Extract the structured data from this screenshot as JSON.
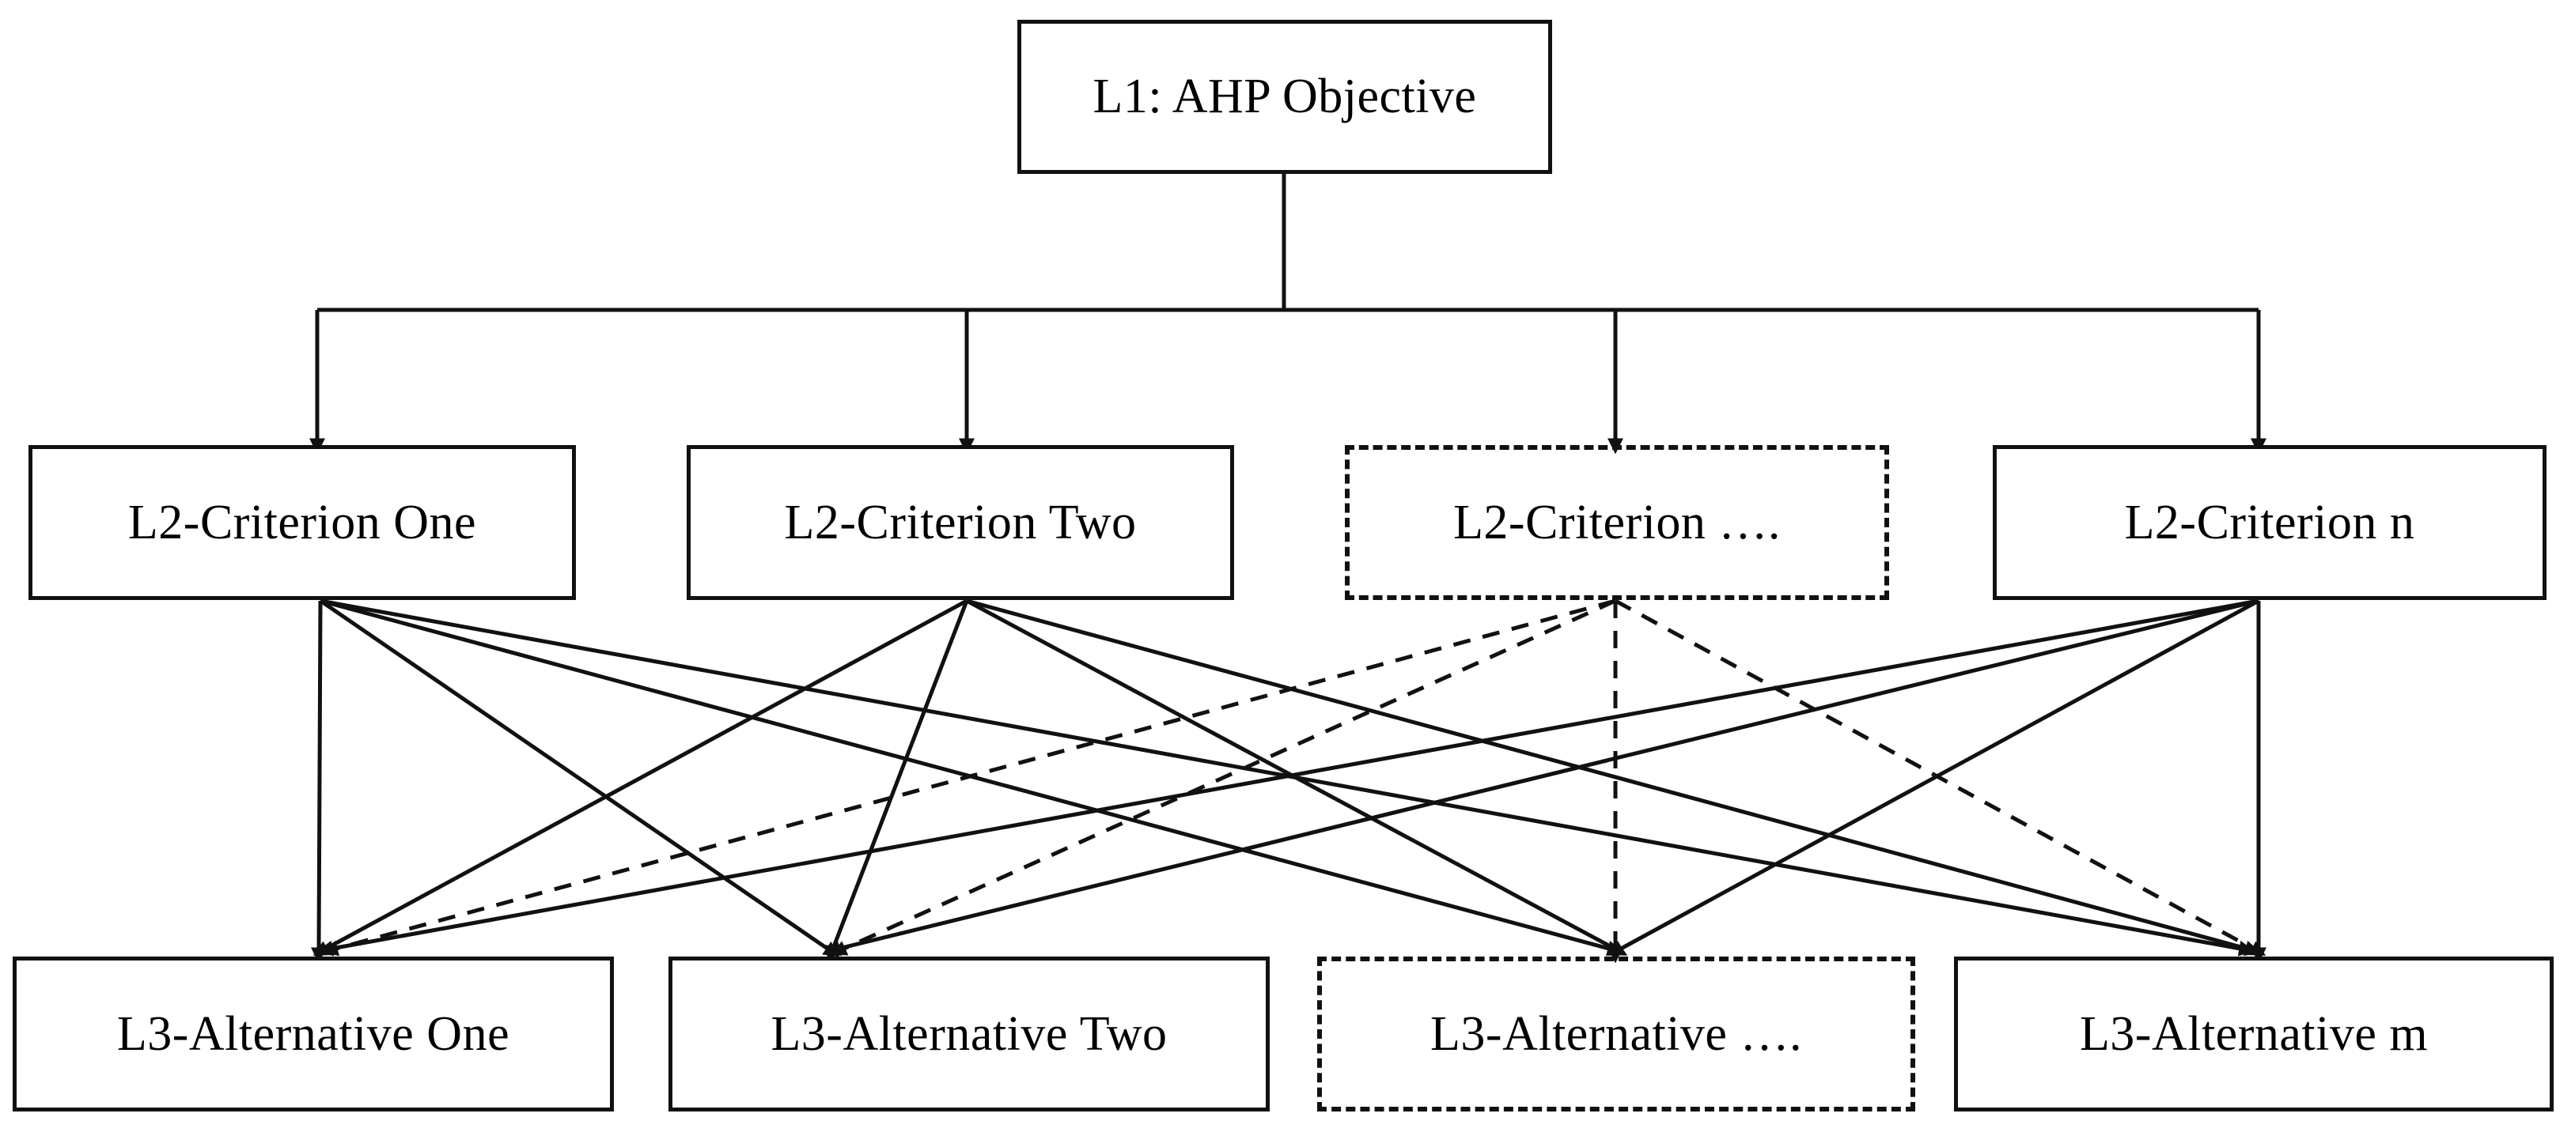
{
  "diagram": {
    "title": "AHP three-level decision hierarchy",
    "colors": {
      "stroke": "#111111",
      "background": "#ffffff",
      "text": "#000000"
    },
    "levels": {
      "level1": {
        "id": "L1",
        "nodes": [
          {
            "id": "objective",
            "label": "L1: AHP Objective",
            "style": "solid"
          }
        ]
      },
      "level2": {
        "id": "L2",
        "nodes": [
          {
            "id": "criterion-one",
            "label": "L2-Criterion One",
            "style": "solid"
          },
          {
            "id": "criterion-two",
            "label": "L2-Criterion Two",
            "style": "solid"
          },
          {
            "id": "criterion-ellipsis",
            "label": "L2-Criterion  ….",
            "style": "dashed"
          },
          {
            "id": "criterion-n",
            "label": "L2-Criterion n",
            "style": "solid"
          }
        ]
      },
      "level3": {
        "id": "L3",
        "nodes": [
          {
            "id": "alternative-one",
            "label": "L3-Alternative One",
            "style": "solid"
          },
          {
            "id": "alternative-two",
            "label": "L3-Alternative Two",
            "style": "solid"
          },
          {
            "id": "alternative-ellipsis",
            "label": "L3-Alternative  ….",
            "style": "dashed"
          },
          {
            "id": "alternative-m",
            "label": "L3-Alternative m",
            "style": "solid"
          }
        ]
      }
    },
    "edges": {
      "objective_to_criteria": {
        "type": "orthogonal-bus",
        "style": "solid",
        "arrowhead": "filled-triangle",
        "targets": [
          "criterion-one",
          "criterion-two",
          "criterion-ellipsis",
          "criterion-n"
        ]
      },
      "criteria_to_alternatives": {
        "type": "complete-bipartite",
        "arrowhead": "filled-triangle",
        "from_solid_criteria_style": "solid",
        "from_dashed_criterion_style": "dashed",
        "count": 16
      }
    }
  }
}
